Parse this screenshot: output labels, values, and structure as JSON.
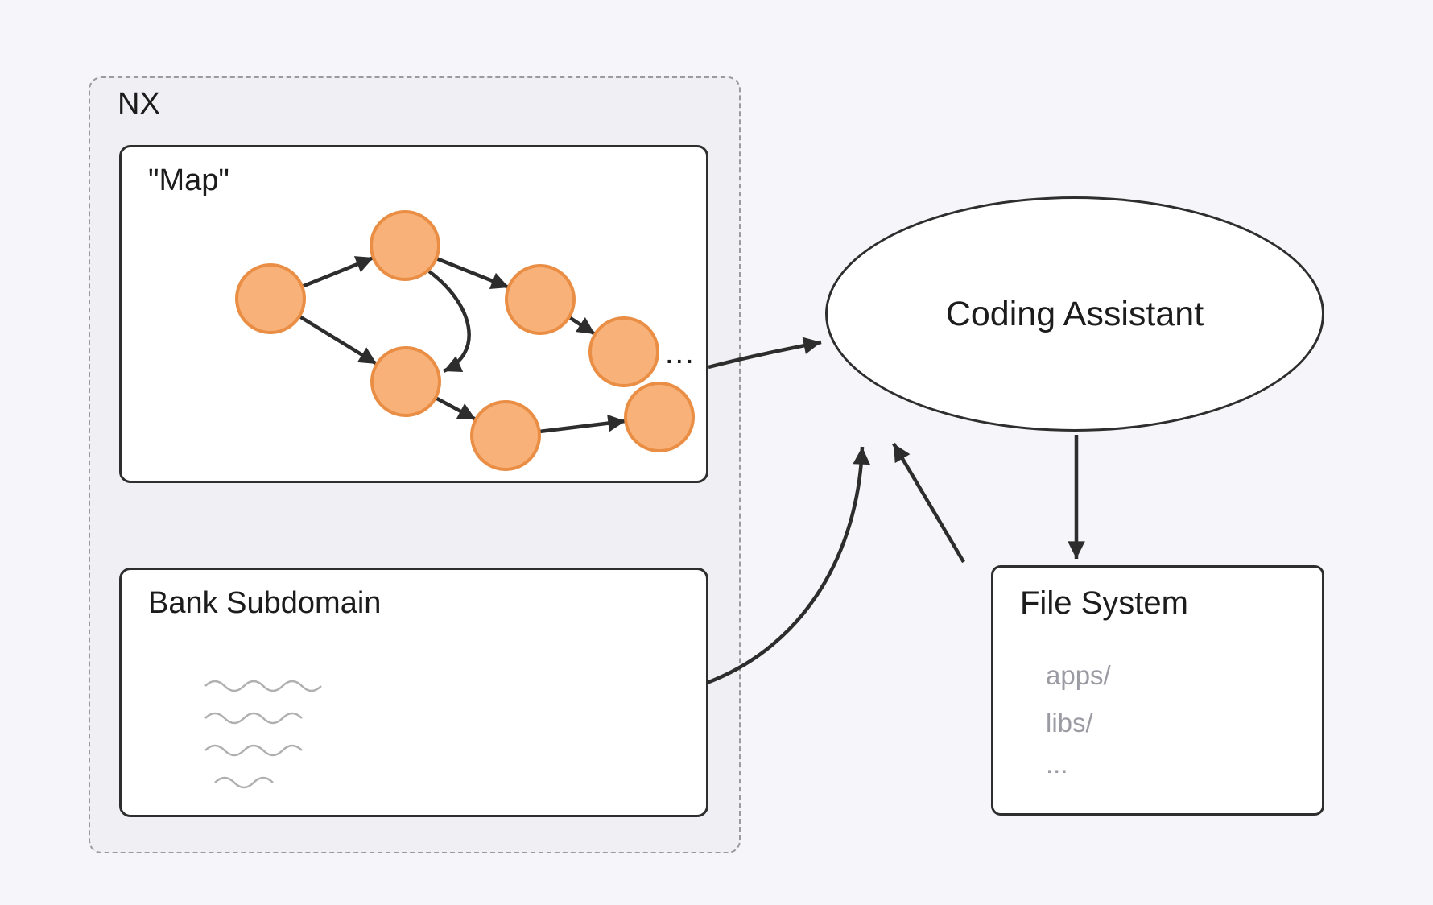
{
  "nx": {
    "label": "NX"
  },
  "map": {
    "label": "\"Map\"",
    "ellipsis": "..."
  },
  "bank": {
    "label": "Bank Subdomain"
  },
  "assistant": {
    "label": "Coding Assistant"
  },
  "file_system": {
    "label": "File System",
    "items": [
      "apps/",
      "libs/",
      "..."
    ]
  },
  "colors": {
    "background": "#f6f5f9",
    "nx_fill": "#f0eff3",
    "nx_dash_border": "#9b9b9b",
    "box_border": "#2e2e2e",
    "node_fill": "#f8b178",
    "node_stroke": "#e98e44",
    "arrow": "#2d2d2d",
    "muted_text": "#9b9ba3",
    "squiggle": "#b0b0b0"
  },
  "icons": {
    "graph_nodes": "orange-circle-node",
    "squiggle_lines": "placeholder-text-squiggles"
  }
}
